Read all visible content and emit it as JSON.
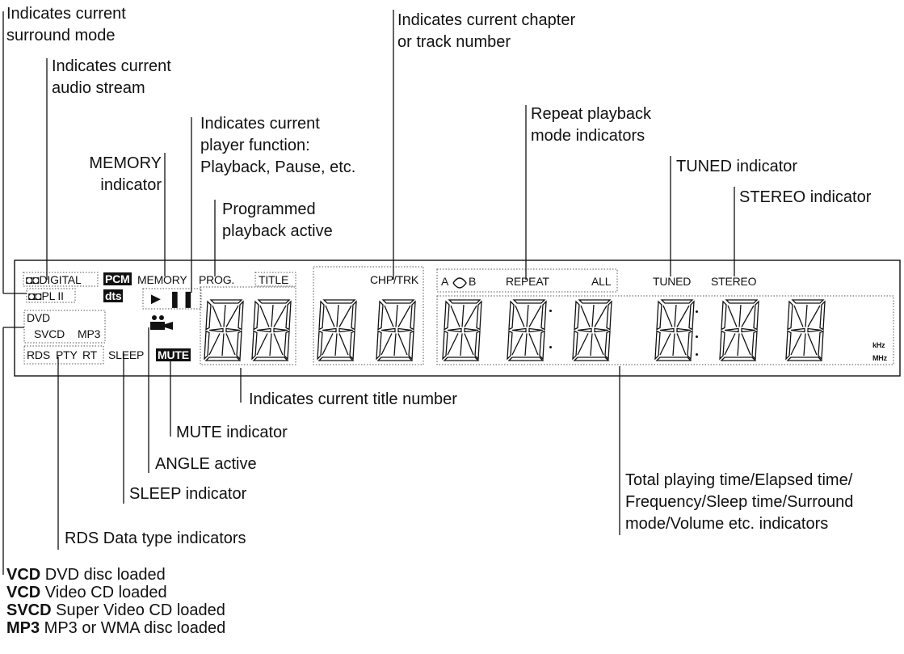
{
  "callouts": {
    "surround_mode": "Indicates current\nsurround mode",
    "audio_stream": "Indicates current\naudio stream",
    "chapter_track": "Indicates current chapter\nor track number",
    "repeat_modes": "Repeat playback\nmode indicators",
    "player_function": "Indicates current\nplayer function:\nPlayback, Pause, etc.",
    "memory": "MEMORY\nindicator",
    "tuned": "TUNED indicator",
    "stereo": "STEREO indicator",
    "programmed": "Programmed\nplayback active",
    "title_number": "Indicates current title number",
    "mute": "MUTE indicator",
    "angle": "ANGLE active",
    "sleep": "SLEEP indicator",
    "rds": "RDS Data type indicators",
    "total_time": "Total playing time/Elapsed time/\nFrequency/Sleep time/Surround\nmode/Volume etc. indicators"
  },
  "disc_types": [
    {
      "code": "VCD",
      "desc": " DVD disc loaded"
    },
    {
      "code": "VCD",
      "desc": " Video CD loaded"
    },
    {
      "code": "SVCD",
      "desc": " Super Video CD loaded"
    },
    {
      "code": "MP3",
      "desc": " MP3 or WMA disc loaded"
    }
  ],
  "panel": {
    "dolby_digital": "DIGITAL",
    "dolby_pl": "PL II",
    "pcm": "PCM",
    "dts": "dts",
    "memory": "MEMORY",
    "prog": "PROG.",
    "title": "TITLE",
    "chp_trk": "CHP/TRK",
    "ab_a": "A",
    "ab_b": "B",
    "repeat": "REPEAT",
    "all": "ALL",
    "tuned": "TUNED",
    "stereo": "STEREO",
    "dvd": "DVD",
    "svcd": "SVCD",
    "mp3": "MP3",
    "rds": "RDS",
    "pty": "PTY",
    "rt": "RT",
    "sleep": "SLEEP",
    "mute": "MUTE",
    "khz": "kHz",
    "mhz": "MHz",
    "play_pause": "► ❚❚"
  }
}
